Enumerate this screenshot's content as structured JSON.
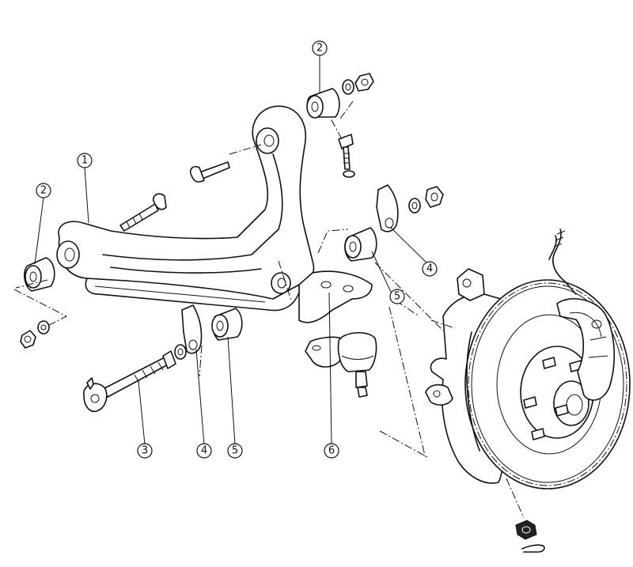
{
  "callouts": [
    {
      "id": "upper-right-bushing",
      "label": "2"
    },
    {
      "id": "upper-arm",
      "label": "1"
    },
    {
      "id": "left-bushing",
      "label": "2"
    },
    {
      "id": "right-bracket",
      "label": "4"
    },
    {
      "id": "right-bushing",
      "label": "5"
    },
    {
      "id": "tie-rod",
      "label": "3"
    },
    {
      "id": "lower-bracket",
      "label": "4"
    },
    {
      "id": "lower-bushing",
      "label": "5"
    },
    {
      "id": "ball-joint",
      "label": "6"
    }
  ]
}
